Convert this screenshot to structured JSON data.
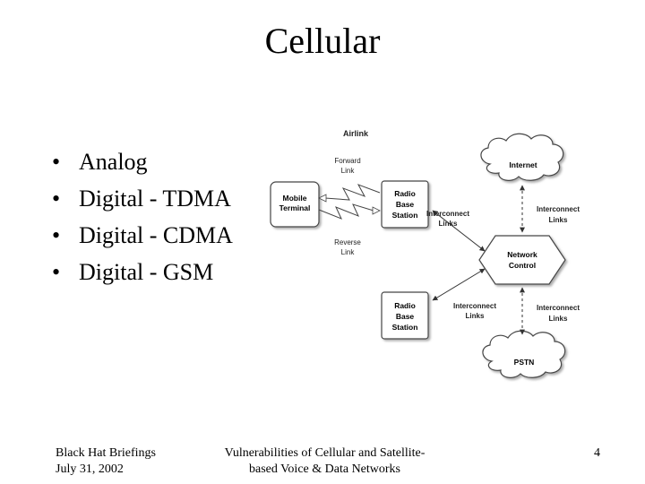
{
  "slide": {
    "title": "Cellular",
    "bullets": [
      "Analog",
      "Digital - TDMA",
      "Digital - CDMA",
      "Digital - GSM"
    ],
    "bullet_glyph": "•"
  },
  "diagram": {
    "airlink": "Airlink",
    "forward_link": [
      "Forward",
      "Link"
    ],
    "reverse_link": [
      "Reverse",
      "Link"
    ],
    "mobile_terminal": [
      "Mobile",
      "Terminal"
    ],
    "radio_base_station_1": [
      "Radio",
      "Base",
      "Station"
    ],
    "radio_base_station_2": [
      "Radio",
      "Base",
      "Station"
    ],
    "interconnect_links_1": [
      "Interconnect",
      "Links"
    ],
    "interconnect_links_2": [
      "Interconnect",
      "Links"
    ],
    "interconnect_links_3": [
      "Interconnect",
      "Links"
    ],
    "interconnect_links_4": [
      "Interconnect",
      "Links"
    ],
    "network_control": [
      "Network",
      "Control"
    ],
    "internet": "Internet",
    "pstn": "PSTN"
  },
  "footer": {
    "left": [
      "Black Hat Briefings",
      "July 31, 2002"
    ],
    "center": [
      "Vulnerabilities of Cellular and Satellite-",
      "based Voice & Data Networks"
    ],
    "page_number": "4"
  }
}
